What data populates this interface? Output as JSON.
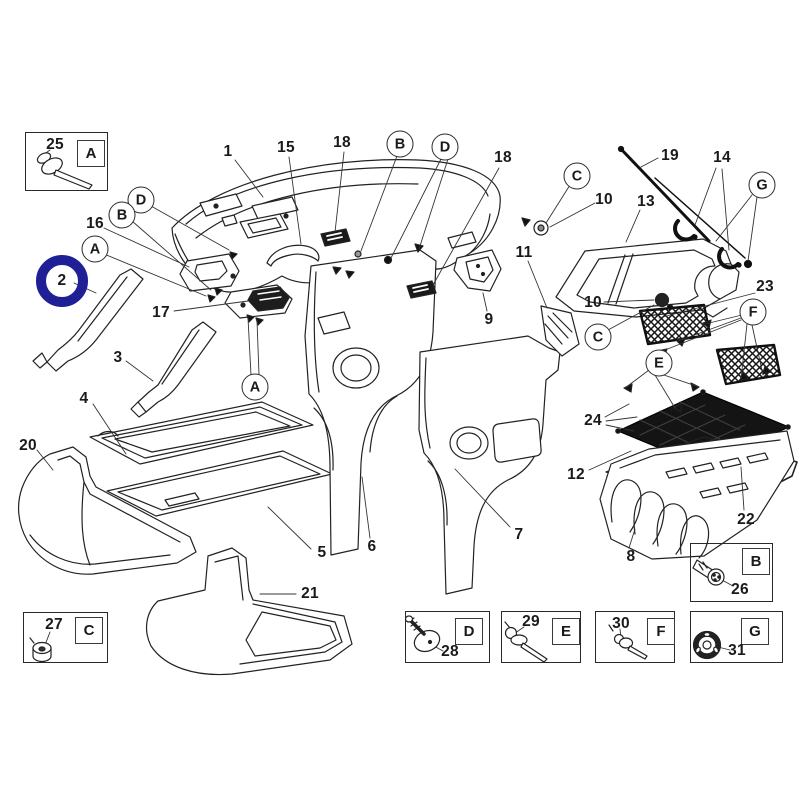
{
  "diagram": {
    "background_color": "#ffffff",
    "line_color": "#222222",
    "highlight": {
      "target_label": "2",
      "shape": "circle-ring",
      "color": "#1f1f96"
    },
    "labels": {
      "n1": "1",
      "n15": "15",
      "n18a": "18",
      "n18b": "18",
      "n16": "16",
      "n2": "2",
      "n17": "17",
      "n3": "3",
      "n4": "4",
      "n20": "20",
      "n5": "5",
      "n21": "21",
      "n6": "6",
      "n7": "7",
      "n9": "9",
      "n11": "11",
      "n10a": "10",
      "n13": "13",
      "n19": "19",
      "n14": "14",
      "n10b": "10",
      "n23": "23",
      "n24": "24",
      "n12": "12",
      "n22": "22",
      "n8": "8"
    },
    "letter_callouts": {
      "b1": "B",
      "d1": "D",
      "d2": "D",
      "b2": "B",
      "a1": "A",
      "a2": "A",
      "c1": "C",
      "g1": "G",
      "c2": "C",
      "f1": "F",
      "e1": "E"
    },
    "inset_boxes": {
      "a": {
        "part": "25",
        "letter": "A",
        "fastener": "push-pin-rivet"
      },
      "b": {
        "part": "26",
        "letter": "B",
        "fastener": "torx-bolt"
      },
      "c": {
        "part": "27",
        "letter": "C",
        "fastener": "flanged-nut"
      },
      "d": {
        "part": "28",
        "letter": "D",
        "fastener": "washer-head-screw"
      },
      "e": {
        "part": "29",
        "letter": "E",
        "fastener": "blind-rivet"
      },
      "f": {
        "part": "30",
        "letter": "F",
        "fastener": "rivet-pin"
      },
      "g": {
        "part": "31",
        "letter": "G",
        "fastener": "retainer-ring"
      }
    }
  }
}
